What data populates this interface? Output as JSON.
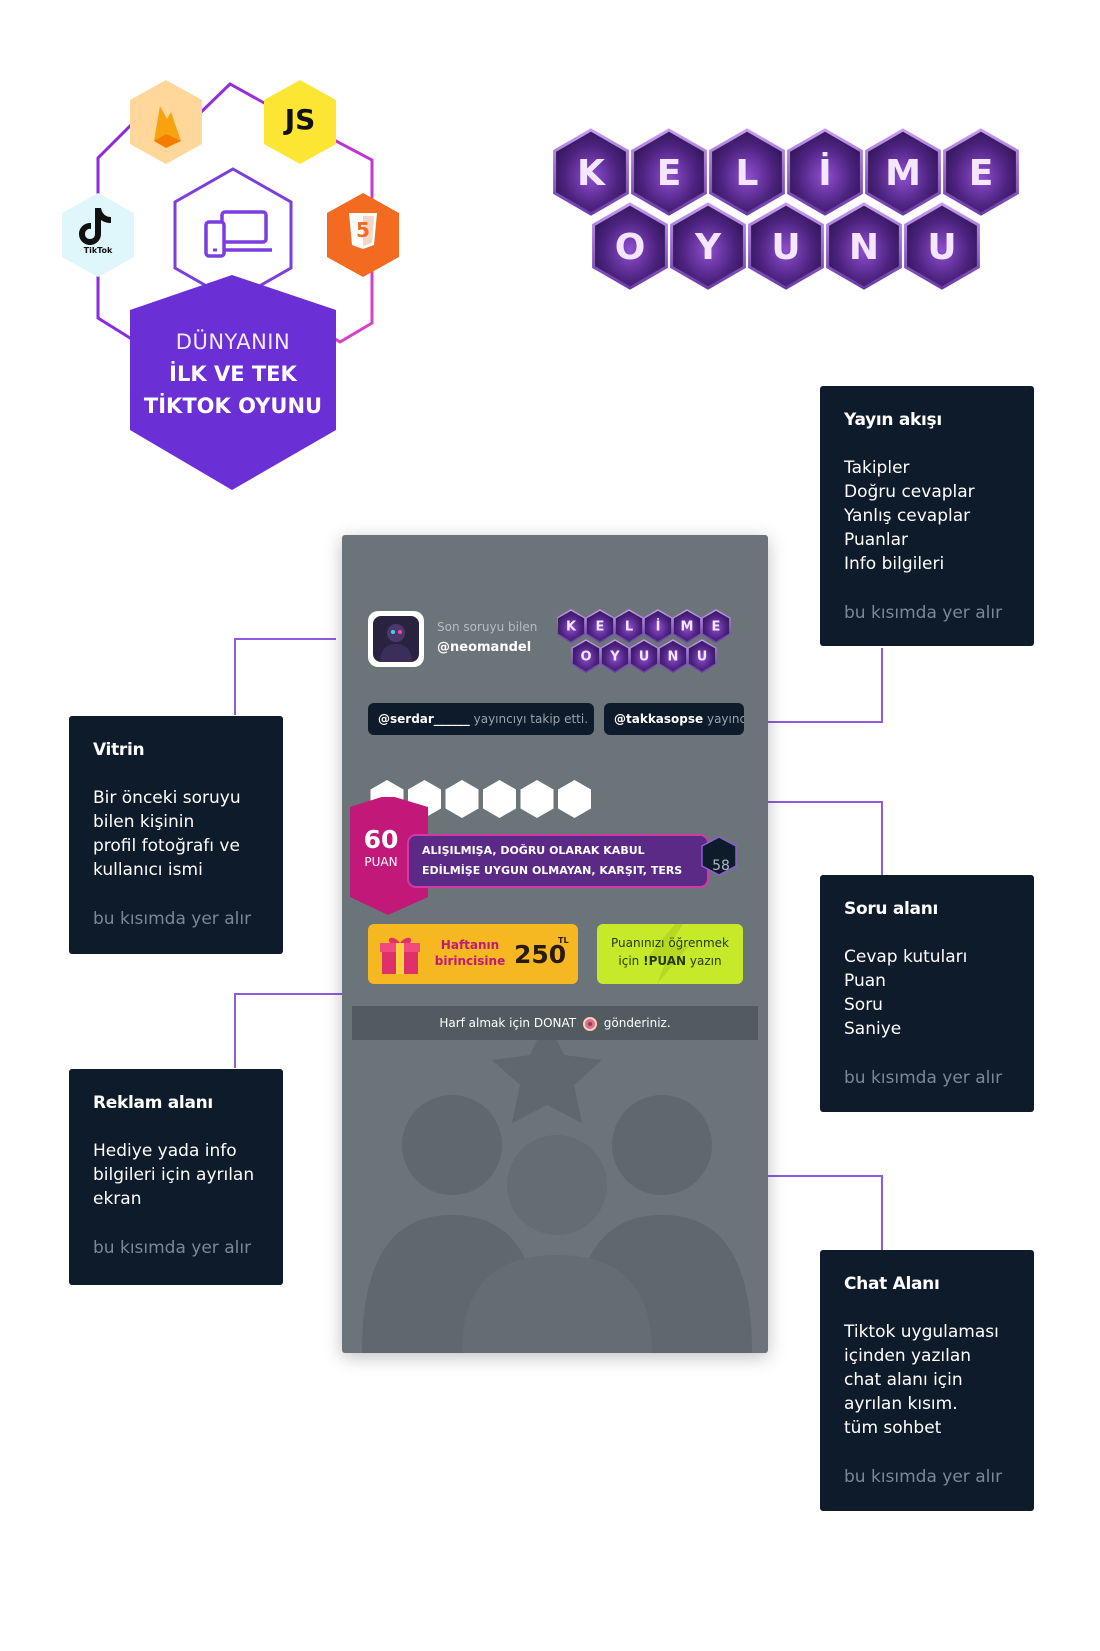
{
  "badge": {
    "line1": "DÜNYANIN",
    "line2": "İLK VE TEK",
    "line3": "TİKTOK OYUNU"
  },
  "tech_icons": {
    "js_label": "JS",
    "tiktok_label": "TikTok",
    "html5_label": "5"
  },
  "logo": {
    "row1": [
      "K",
      "E",
      "L",
      "İ",
      "M",
      "E"
    ],
    "row2": [
      "O",
      "Y",
      "U",
      "N",
      "U"
    ]
  },
  "cards": {
    "yayin": {
      "title": "Yayın akışı",
      "items": [
        "Takipler",
        "Doğru cevaplar",
        "Yanlış cevaplar",
        "Puanlar",
        "Info bilgileri"
      ],
      "foot": "bu kısımda yer alır"
    },
    "vitrin": {
      "title": "Vitrin",
      "items": [
        "Bir önceki soruyu",
        "bilen kişinin",
        "profil fotoğrafı ve",
        "kullanıcı ismi"
      ],
      "foot": "bu kısımda yer alır"
    },
    "soru": {
      "title": "Soru alanı",
      "items": [
        "Cevap kutuları",
        "Puan",
        "Soru",
        "Saniye"
      ],
      "foot": "bu kısımda yer alır"
    },
    "reklam": {
      "title": "Reklam alanı",
      "items": [
        "Hediye yada info",
        "bilgileri için ayrılan",
        "ekran"
      ],
      "foot": "bu kısımda yer alır"
    },
    "chat": {
      "title": "Chat Alanı",
      "items": [
        "Tiktok uygulaması",
        "içinden yazılan",
        "chat alanı için",
        "ayrılan kısım.",
        "tüm sohbet"
      ],
      "foot": "bu kısımda yer alır"
    }
  },
  "phone": {
    "last_solver_label": "Son soruyu bilen",
    "last_solver_name": "@neomandel",
    "mini_logo_row1": [
      "K",
      "E",
      "L",
      "İ",
      "M",
      "E"
    ],
    "mini_logo_row2": [
      "O",
      "Y",
      "U",
      "N",
      "U"
    ],
    "feed": [
      {
        "user": "@serdar______",
        "text": " yayıncıyı takip etti."
      },
      {
        "user": "@takkasopse",
        "text": " yayıncıyı takip etti."
      }
    ],
    "answer_boxes": 6,
    "points_value": "60",
    "points_label": "PUAN",
    "question_line1": "ALIŞILMIŞA, DOĞRU OLARAK KABUL",
    "question_line2": "EDİLMİŞE UYGUN OLMAYAN, KARŞIT, TERS",
    "seconds": "58",
    "prize_line1": "Haftanın",
    "prize_line2": "birincisine",
    "prize_amount": "250",
    "prize_currency": "TL",
    "score_line1": "Puanınızı öğrenmek",
    "score_line2_pre": "için ",
    "score_line2_cmd": "!PUAN",
    "score_line2_post": " yazın",
    "donate_pre": "Harf almak için DONAT",
    "donate_post": "gönderiniz.",
    "colors": {
      "panel": "#6b7479",
      "dark": "#0d1b2a",
      "magenta": "#c2187a",
      "purple": "#5b2a86",
      "gold": "#f5b820",
      "lime": "#c6ea2a"
    }
  },
  "colors": {
    "card_bg": "#0e1b2a",
    "connector": "#8e5be0",
    "badge_purple": "#6b2fd6"
  }
}
